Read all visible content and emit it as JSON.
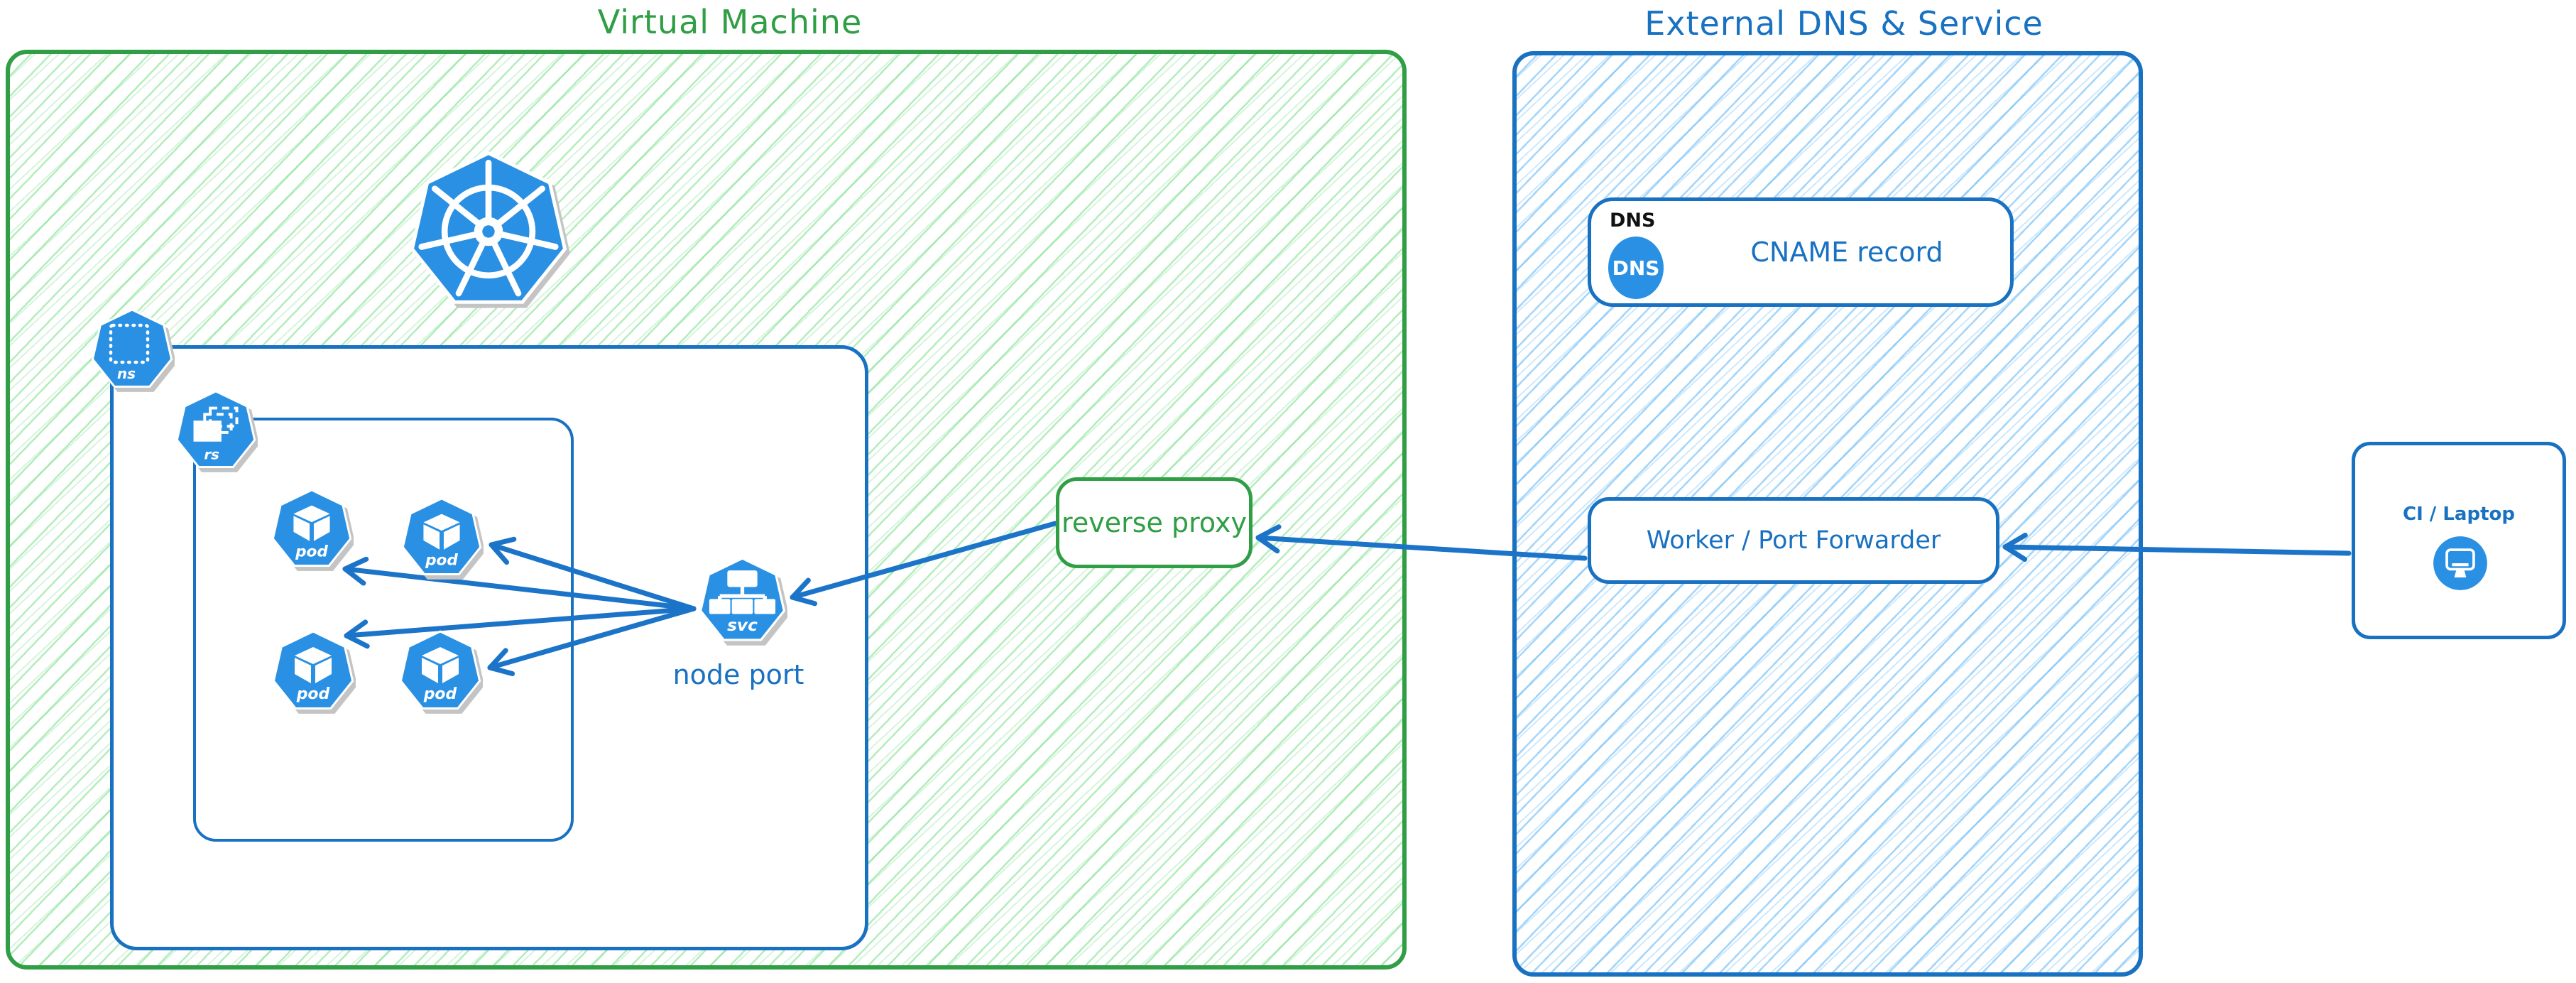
{
  "diagram": {
    "vm": {
      "title": "Virtual Machine"
    },
    "external": {
      "title": "External DNS & Service"
    },
    "cname": {
      "tag": "DNS",
      "badge": "DNS",
      "label": "CNAME record"
    },
    "worker": {
      "label": "Worker / Port Forwarder"
    },
    "ci": {
      "label": "CI / Laptop"
    },
    "proxy": {
      "label": "reverse proxy"
    },
    "kubernetes": {
      "namespace_label": "ns",
      "replicaset_label": "rs",
      "service_label": "svc",
      "service_caption": "node port",
      "pods": [
        {
          "label": "pod"
        },
        {
          "label": "pod"
        },
        {
          "label": "pod"
        },
        {
          "label": "pod"
        }
      ]
    },
    "colors": {
      "green": "#2f9e44",
      "blue": "#1971c2",
      "icon_blue": "#2a90e3",
      "hachure_green": "#69db7c",
      "hachure_blue": "#5cb5f5",
      "arrow_blue": "#1b74c8",
      "dns_tag_black": "#111111"
    }
  }
}
